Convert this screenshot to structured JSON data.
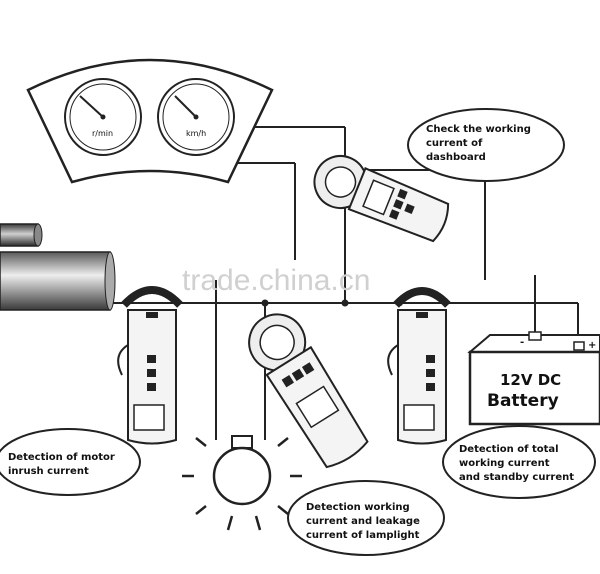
{
  "dashboard": {
    "gauge_left_label": "r/min",
    "gauge_right_label": "km/h"
  },
  "callouts": {
    "dashboard": [
      "Check the working",
      "current of",
      "dashboard"
    ],
    "motor": [
      "Detection of motor",
      "inrush current"
    ],
    "lamplight": [
      "Detection working",
      "current and leakage",
      "current of lamplight"
    ],
    "total": [
      "Detection of total",
      "working current",
      "and standby current"
    ]
  },
  "battery": {
    "line1": "12V DC",
    "line2": "Battery",
    "neg": "-",
    "pos": "+"
  },
  "watermark": "trade.china.cn",
  "colors": {
    "line": "#222222",
    "meter_body": "#f4f4f4",
    "watermark": "#d0d0d0"
  }
}
